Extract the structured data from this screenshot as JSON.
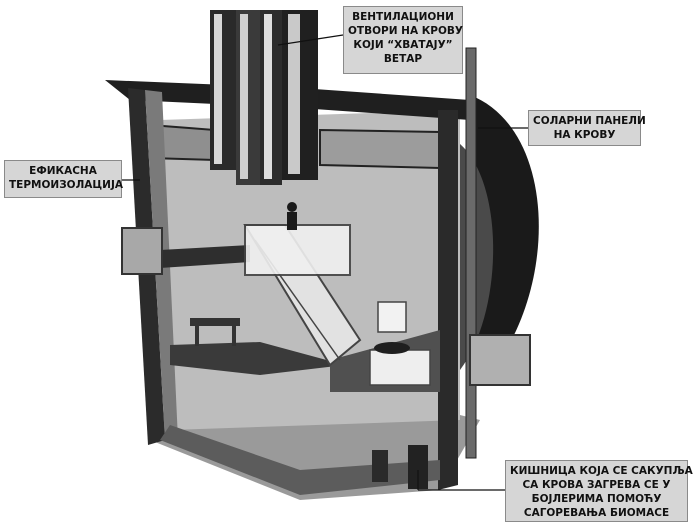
{
  "callouts": {
    "ventilation": [
      "ВЕНТИЛАЦИОНИ",
      "ОТВОРИ НА КРОВУ",
      "КОЈИ “ХВАТАЈУ”",
      "ВЕТАР"
    ],
    "solar": [
      "СОЛАРНИ ПАНЕЛИ",
      "НА КРОВУ"
    ],
    "insulation": [
      "ЕФИКАСНА",
      "ТЕРМОИЗОЛАЦИЈА"
    ],
    "rainwater": [
      "КИШНИЦА КОЈА СЕ САКУПЉА",
      "СА КРОВА ЗАГРЕВА СЕ У",
      "БОЈЛЕРИМА ПОМОЋУ",
      "САГОРЕВАЊА БИОМАСЕ"
    ]
  },
  "colors": {
    "callout_bg": "#d6d6d6",
    "dark": "#1c1c1c",
    "mid": "#6e6e6e",
    "light": "#e4e4e4"
  }
}
